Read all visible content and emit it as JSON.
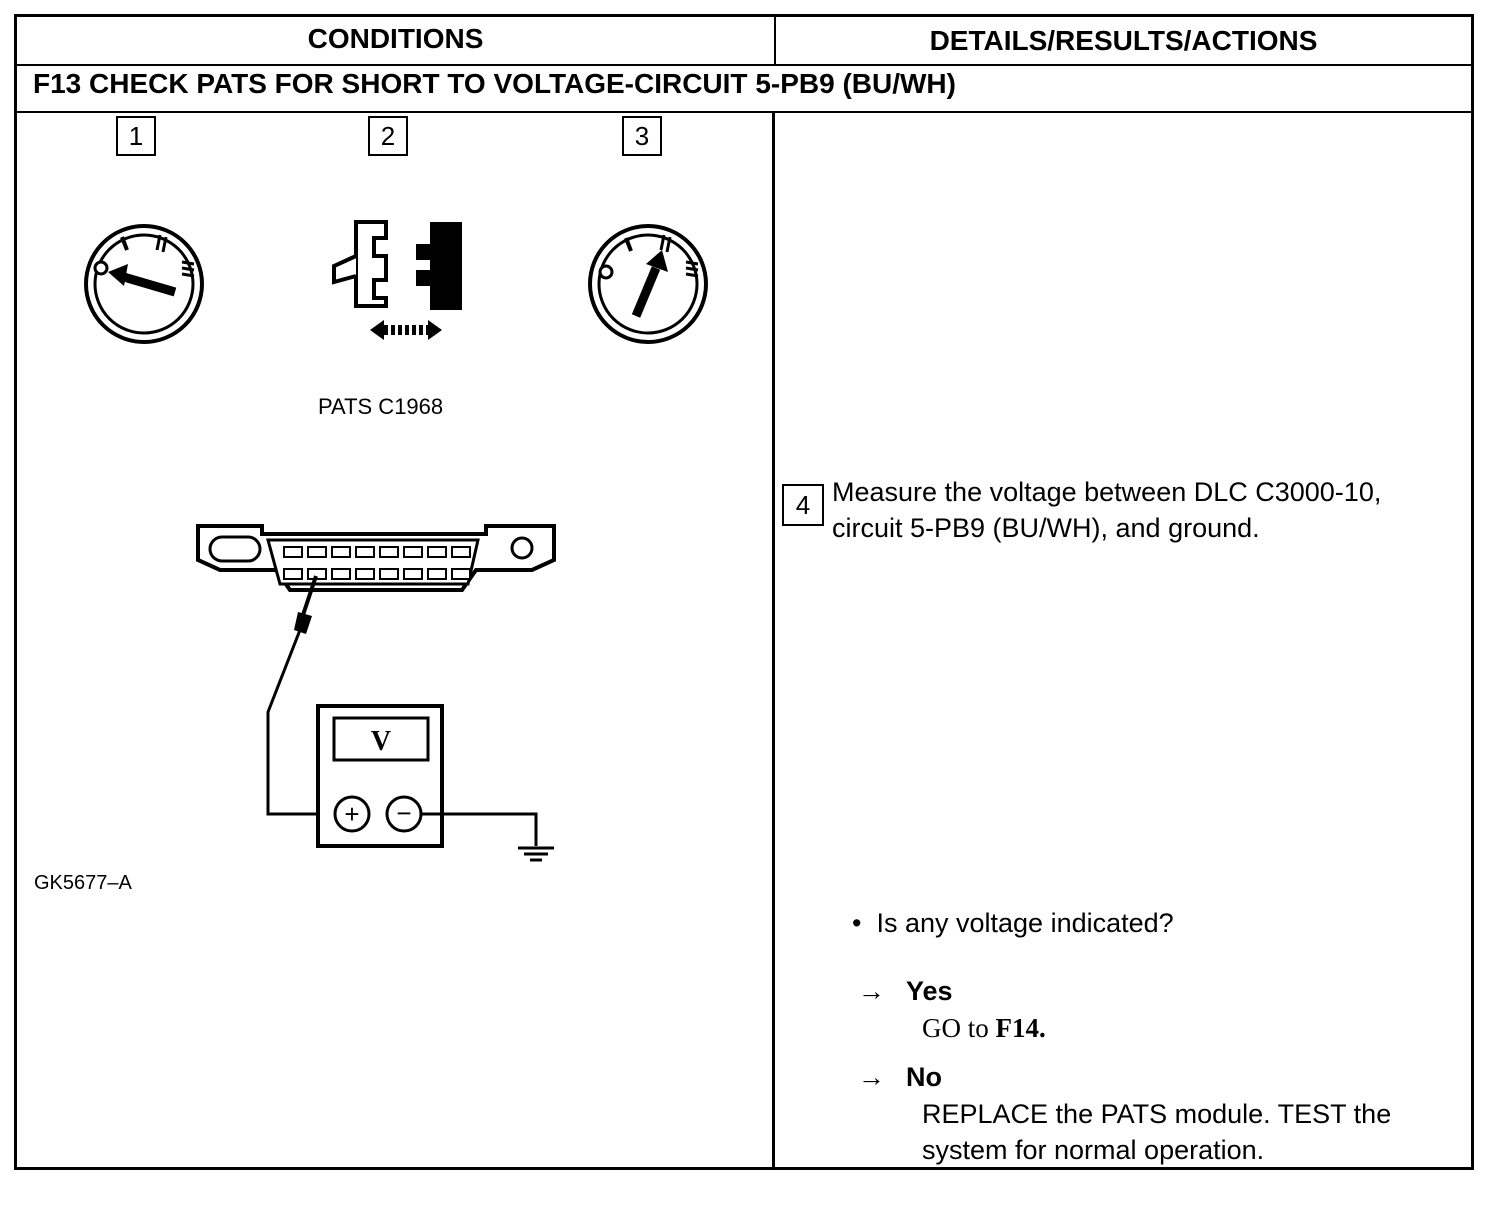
{
  "table": {
    "col_conditions": "CONDITIONS",
    "col_details": "DETAILS/RESULTS/ACTIONS",
    "step_title": "F13 CHECK PATS FOR SHORT TO VOLTAGE-CIRCUIT 5-PB9 (BU/WH)"
  },
  "figure": {
    "step1_num": "1",
    "step2_num": "2",
    "step3_num": "3",
    "ign_marks": {
      "off": "O",
      "acc": "I",
      "run": "II",
      "start": "III"
    },
    "connector_caption": "PATS C1968",
    "meter_label": "V",
    "plus": "+",
    "minus": "−",
    "figure_id": "GK5677–A"
  },
  "details": {
    "step4_num": "4",
    "step4_text": "Measure the voltage between DLC C3000-10, circuit 5-PB9 (BU/WH), and ground.",
    "question": "Is any voltage indicated?",
    "yes_label": "Yes",
    "yes_action_prefix": "GO to ",
    "yes_action_target": "F14.",
    "no_label": "No",
    "no_action": "REPLACE the PATS module. TEST the system for normal operation."
  }
}
